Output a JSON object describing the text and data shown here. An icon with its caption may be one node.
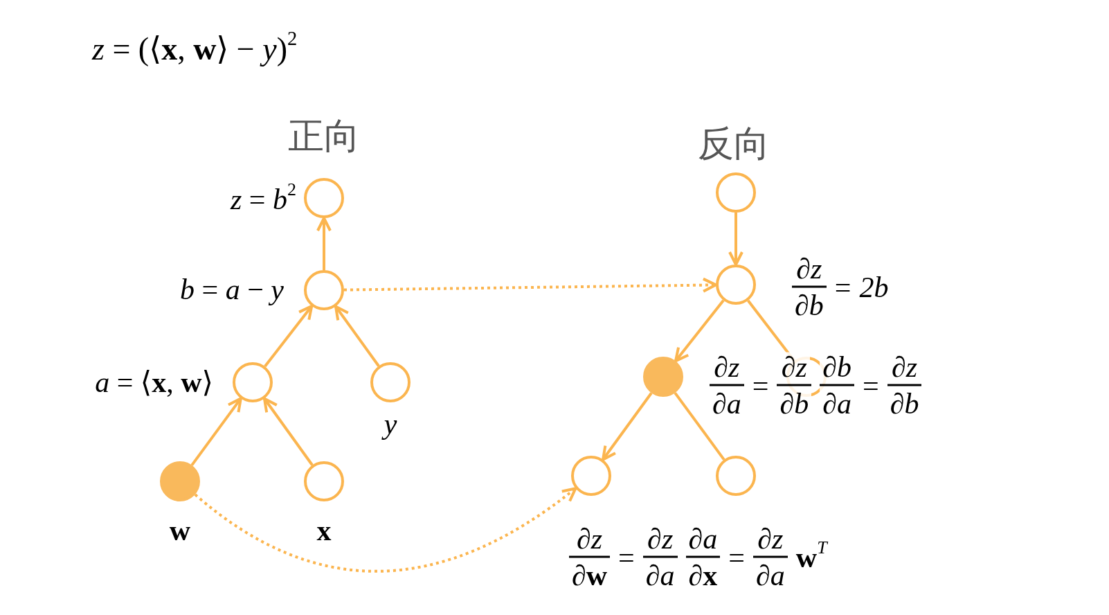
{
  "diagram": {
    "title": "*z* = (⟨**x**, **w**⟩ − *y*)$^{2}$",
    "nodes": [
      {
        "text": [],
        "shape": "circle",
        "beside": [
          "*z* = *b*$^{2}$"
        ]
      },
      {
        "text": [],
        "shape": "circle",
        "beside": [
          "*b* = *a* − *y*"
        ]
      },
      {
        "text": [],
        "shape": "circle",
        "beside": [
          "*a* = ⟨**x**, **w**⟩"
        ]
      },
      {
        "text": [],
        "shape": "circle",
        "beside": [
          "y"
        ]
      },
      {
        "text": [],
        "shape": "filled-circle",
        "beside": [
          "w"
        ]
      },
      {
        "text": [],
        "shape": "circle",
        "beside": [
          "x"
        ]
      },
      {
        "text": [],
        "shape": "circle"
      },
      {
        "text": [],
        "shape": "circle",
        "beside": [
          "∂*z*",
          "∂*b*",
          "=",
          "2b"
        ]
      },
      {
        "text": [],
        "shape": "filled-circle",
        "beside": [
          "∂*z*",
          "∂*a*",
          "=",
          "∂*z*",
          "∂*b*",
          "∂*b*",
          "∂*a*",
          "=",
          "∂*z*",
          "∂*b*"
        ]
      },
      {
        "text": [],
        "shape": "circle"
      },
      {
        "text": [],
        "shape": "circle",
        "beside": [
          "∂*z*",
          "∂**w**",
          "=",
          "∂*z*",
          "∂*a*",
          "∂*a*",
          "∂**x**",
          "=",
          "∂*z*",
          "∂*a*",
          "**w**$^{T}$"
        ]
      },
      {
        "text": [],
        "shape": "circle"
      }
    ],
    "edges": [
      {
        "from": 4,
        "to": 2,
        "arrow": "to"
      },
      {
        "from": 5,
        "to": 2,
        "arrow": "to"
      },
      {
        "from": 2,
        "to": 1,
        "arrow": "to"
      },
      {
        "from": 3,
        "to": 1,
        "arrow": "to"
      },
      {
        "from": 1,
        "to": 0,
        "arrow": "to"
      },
      {
        "from": 1,
        "to": 7,
        "arrow": "to",
        "style": "dashed"
      },
      {
        "from": 6,
        "to": 7,
        "arrow": "to"
      },
      {
        "from": 7,
        "to": 8,
        "arrow": "to"
      },
      {
        "from": 7,
        "to": 9,
        "arrow": "none"
      },
      {
        "from": 8,
        "to": 10,
        "arrow": "to"
      },
      {
        "from": 8,
        "to": 11,
        "arrow": "none"
      },
      {
        "from": 4,
        "to": 10,
        "arrow": "to",
        "style": "dashed"
      }
    ],
    "labels": [
      "正向",
      "反向"
    ]
  }
}
